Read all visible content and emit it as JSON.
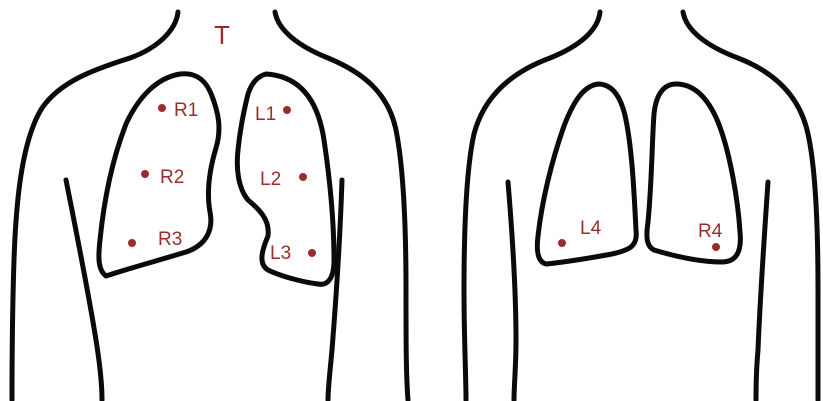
{
  "colors": {
    "outline": "#0a0a0a",
    "marker": "#9b2c2c",
    "label": "#9b2c2c",
    "background": "#ffffff"
  },
  "views": [
    {
      "id": "anterior",
      "top_label": "T",
      "points": [
        "R1",
        "R2",
        "R3",
        "L1",
        "L2",
        "L3"
      ]
    },
    {
      "id": "posterior",
      "points": [
        "L4",
        "R4"
      ]
    }
  ],
  "labels": {
    "T": "T",
    "R1": "R1",
    "R2": "R2",
    "R3": "R3",
    "L1": "L1",
    "L2": "L2",
    "L3": "L3",
    "L4": "L4",
    "R4": "R4"
  }
}
